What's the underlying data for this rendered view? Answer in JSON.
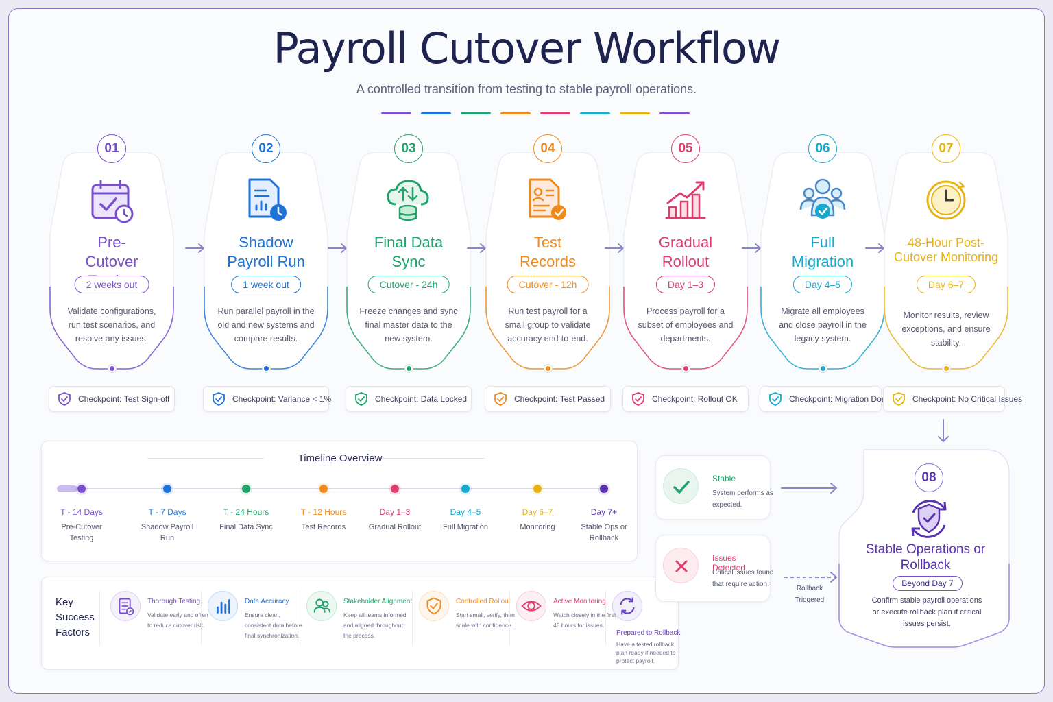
{
  "header": {
    "title": "Payroll Cutover Workflow",
    "subtitle": "A controlled transition from testing to stable payroll operations."
  },
  "colors": {
    "purple": "#7a4fcf",
    "blue": "#1e73d8",
    "green": "#1fa36a",
    "orange": "#f08a1c",
    "pink": "#e03c6e",
    "cyan": "#18a9cf",
    "yellow": "#e7b313",
    "violet": "#6a3fc7"
  },
  "steps": [
    {
      "num": "01",
      "title": "Pre-Cutover Testing",
      "pill": "2 weeks out",
      "desc": "Validate configurations, run test scenarios, and resolve any issues.",
      "checkpoint_label": "Checkpoint:",
      "checkpoint": "Test Sign-off",
      "icon": "calendar-check-icon",
      "color": "#7a4fcf"
    },
    {
      "num": "02",
      "title": "Shadow Payroll Run",
      "pill": "1 week out",
      "desc": "Run parallel payroll in the old and new systems and compare results.",
      "checkpoint_label": "Checkpoint:",
      "checkpoint": "Variance < 1%",
      "icon": "document-clock-icon",
      "color": "#1e73d8"
    },
    {
      "num": "03",
      "title": "Final Data Sync",
      "pill": "Cutover - 24h",
      "desc": "Freeze changes and sync final master data to the new system.",
      "checkpoint_label": "Checkpoint:",
      "checkpoint": "Data Locked",
      "icon": "cloud-sync-icon",
      "color": "#1fa36a"
    },
    {
      "num": "04",
      "title": "Test Records",
      "pill": "Cutover - 12h",
      "desc": "Run test payroll for a small group to validate accuracy end-to-end.",
      "checkpoint_label": "Checkpoint:",
      "checkpoint": "Test Passed",
      "icon": "document-check-icon",
      "color": "#f08a1c"
    },
    {
      "num": "05",
      "title": "Gradual Rollout",
      "pill": "Day 1–3",
      "desc": "Process payroll for a subset of employees and departments.",
      "checkpoint_label": "Checkpoint:",
      "checkpoint": "Rollout OK",
      "icon": "growth-chart-icon",
      "color": "#e03c6e"
    },
    {
      "num": "06",
      "title": "Full Migration",
      "pill": "Day 4–5",
      "desc": "Migrate all employees and close payroll in the legacy system.",
      "checkpoint_label": "Checkpoint:",
      "checkpoint": "Migration Done",
      "icon": "users-check-icon",
      "color": "#18a9cf"
    },
    {
      "num": "07",
      "title": "48-Hour Post-Cutover Monitoring",
      "pill": "Day 6–7",
      "desc": "Monitor results, review exceptions, and ensure stability.",
      "checkpoint_label": "Checkpoint:",
      "checkpoint": "No Critical Issues",
      "icon": "clock-icon",
      "color": "#e7b313"
    }
  ],
  "timeline": {
    "title": "Timeline Overview",
    "items": [
      {
        "when": "T - 14 Days",
        "what": "Pre-Cutover Testing",
        "color": "#7a4fcf"
      },
      {
        "when": "T - 7 Days",
        "what": "Shadow Payroll Run",
        "color": "#1e73d8"
      },
      {
        "when": "T - 24 Hours",
        "what": "Final Data Sync",
        "color": "#1fa36a"
      },
      {
        "when": "T - 12 Hours",
        "what": "Test Records",
        "color": "#f08a1c"
      },
      {
        "when": "Day 1–3",
        "what": "Gradual Rollout",
        "color": "#e03c6e"
      },
      {
        "when": "Day 4–5",
        "what": "Full Migration",
        "color": "#18a9cf"
      },
      {
        "when": "Day 6–7",
        "what": "Monitoring",
        "color": "#e7b313"
      },
      {
        "when": "Day 7+",
        "what": "Stable Ops or Rollback",
        "color": "#5a32b0"
      }
    ]
  },
  "ksf": {
    "heading": "Key Success Factors",
    "items": [
      {
        "title": "Thorough Testing",
        "desc": "Validate early and often to reduce cutover risk.",
        "icon": "checklist-icon",
        "color": "#7a4fcf"
      },
      {
        "title": "Data Accuracy",
        "desc": "Ensure clean, consistent data before final synchronization.",
        "icon": "bar-chart-icon",
        "color": "#1e73d8"
      },
      {
        "title": "Stakeholder Alignment",
        "desc": "Keep all teams informed and aligned throughout the process.",
        "icon": "people-icon",
        "color": "#1fa36a"
      },
      {
        "title": "Controlled Rollout",
        "desc": "Start small, verify, then scale with confidence.",
        "icon": "shield-check-icon",
        "color": "#f08a1c"
      },
      {
        "title": "Active Monitoring",
        "desc": "Watch closely in the first 48 hours for issues.",
        "icon": "eye-icon",
        "color": "#e03c6e"
      },
      {
        "title": "Prepared to Rollback",
        "desc": "Have a tested rollback plan ready if needed to protect payroll.",
        "icon": "refresh-icon",
        "color": "#6a3fc7"
      }
    ]
  },
  "outcomes": {
    "stable": {
      "title": "Stable",
      "desc": "System performs as expected."
    },
    "issues": {
      "title": "Issues Detected",
      "desc": "Critical issues found that require action."
    },
    "rollback_label": "Rollback Triggered"
  },
  "final": {
    "num": "08",
    "title": "Stable Operations or Rollback",
    "pill": "Beyond Day 7",
    "desc": "Confirm stable payroll operations or execute rollback plan if critical issues persist.",
    "icon": "shield-refresh-icon"
  }
}
